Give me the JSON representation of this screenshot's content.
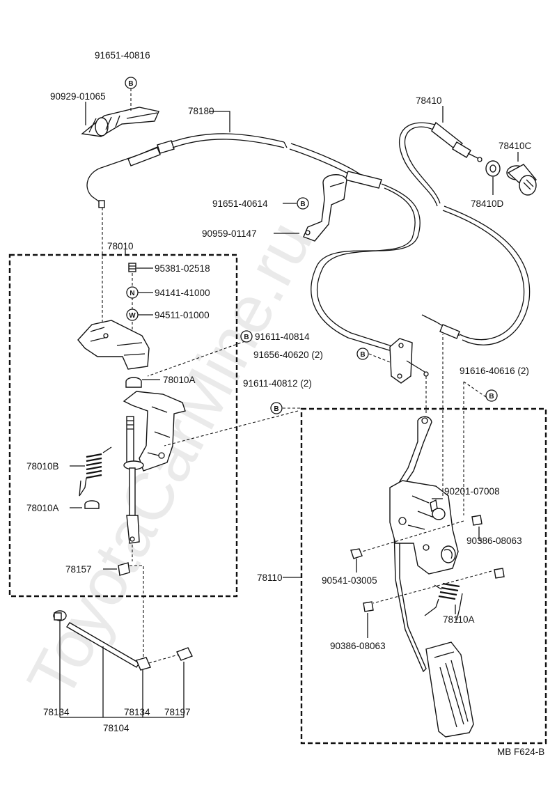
{
  "watermark": "ToyotaCarMine.ru",
  "diagram_code": "MB F624-B",
  "symbols": {
    "b": "B",
    "n": "N",
    "w": "W"
  },
  "labels": {
    "p91651_40816": "91651-40816",
    "p90929_01065": "90929-01065",
    "p78180": "78180",
    "p78410": "78410",
    "p78410c": "78410C",
    "p78410d": "78410D",
    "p91651_40614": "91651-40614",
    "p90959_01147": "90959-01147",
    "p78010": "78010",
    "p95381_02518": "95381-02518",
    "p94141_41000": "94141-41000",
    "p94511_01000": "94511-01000",
    "p91611_40814": "91611-40814",
    "p91656_40620": "91656-40620 (2)",
    "p78010a_top": "78010A",
    "p91611_40812": "91611-40812 (2)",
    "p91616_40616": "91616-40616 (2)",
    "p78010b": "78010B",
    "p78010a_bottom": "78010A",
    "p90201_07008": "90201-07008",
    "p90386_08063_right": "90386-08063",
    "p78157": "78157",
    "p78110": "78110",
    "p90541_03005": "90541-03005",
    "p78110a": "78110A",
    "p90386_08063_bottom": "90386-08063",
    "p78134_left": "78134",
    "p78134_mid": "78134",
    "p78197": "78197",
    "p78104": "78104"
  }
}
